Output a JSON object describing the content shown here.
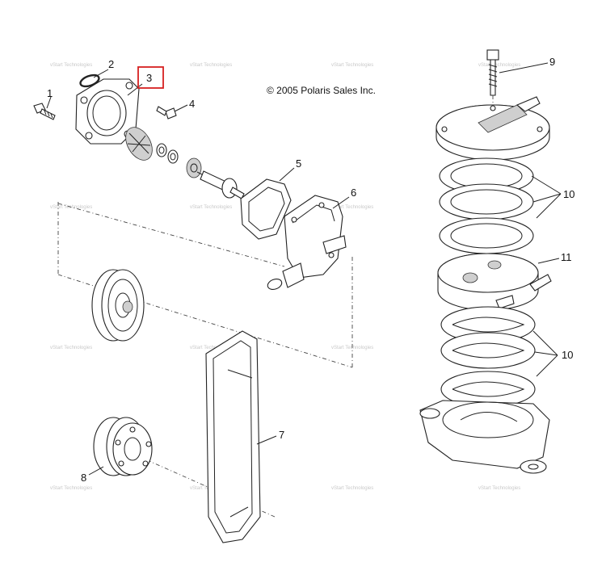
{
  "copyright": "© 2005 Polaris Sales Inc.",
  "highlight_color": "#d62020",
  "watermark_text": "vStart Technologies",
  "callouts": [
    {
      "id": "c1",
      "label": "1"
    },
    {
      "id": "c2",
      "label": "2"
    },
    {
      "id": "c3",
      "label": "3"
    },
    {
      "id": "c4",
      "label": "4"
    },
    {
      "id": "c5",
      "label": "5"
    },
    {
      "id": "c6",
      "label": "6"
    },
    {
      "id": "c7",
      "label": "7"
    },
    {
      "id": "c8",
      "label": "8"
    },
    {
      "id": "c9",
      "label": "9"
    },
    {
      "id": "c10a",
      "label": "10"
    },
    {
      "id": "c10b",
      "label": "10"
    },
    {
      "id": "c11",
      "label": "11"
    }
  ]
}
